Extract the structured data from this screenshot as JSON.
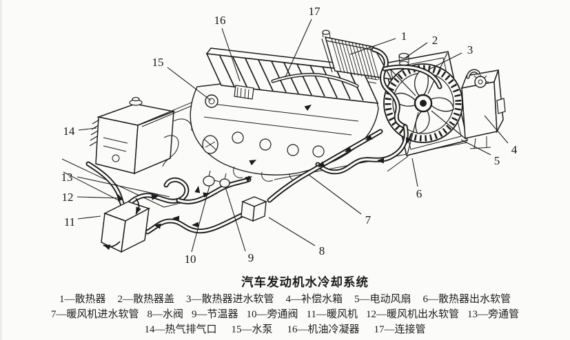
{
  "title": "汽车发动机水冷却系统",
  "callouts": [
    "1",
    "2",
    "3",
    "4",
    "5",
    "6",
    "7",
    "8",
    "9",
    "10",
    "11",
    "12",
    "13",
    "14",
    "15",
    "16",
    "17"
  ],
  "legend": {
    "rows": [
      {
        "items": [
          "1—散热器",
          "2—散热器盖",
          "3—散热器进水软管",
          "4—补偿水箱",
          "5—电动风扇",
          "6—散热器出水软管"
        ]
      },
      {
        "items": [
          "7—暖风机进水软管",
          "8—水阀",
          "9—节温器",
          "10—旁通阀",
          "11—暖风机",
          "12—暖风机出水软管",
          "13—旁通管"
        ]
      },
      {
        "items": [
          "14—热气排气口",
          "15—水泵",
          "16—机油冷凝器",
          "17—连接管"
        ]
      }
    ]
  },
  "colors": {
    "ink": "#1c1c1c",
    "paper": "#fbfbfa"
  }
}
